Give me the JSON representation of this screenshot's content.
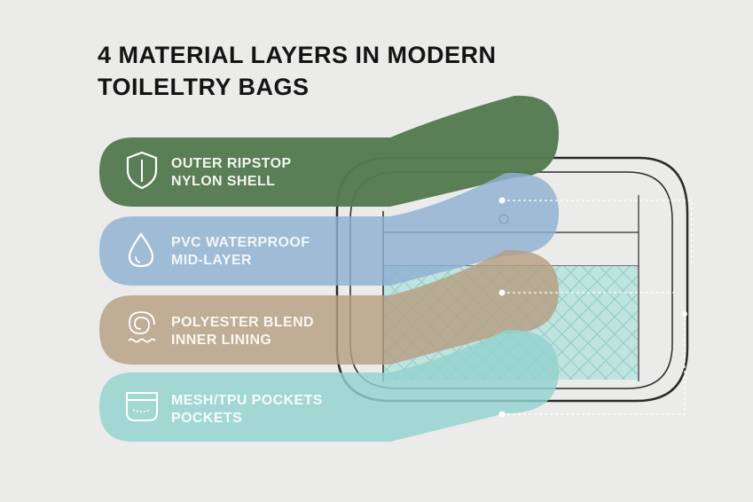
{
  "title": {
    "line1": "4 MATERIAL LAYERS IN MODERN",
    "line2": "TOILELTRY BAGS"
  },
  "layers": [
    {
      "line1": "OUTER RIPSTOP",
      "line2": "NYLON SHELL",
      "icon": "shield-icon",
      "color": "#557a50"
    },
    {
      "line1": "PVC WATERPROOF",
      "line2": "MID-LAYER",
      "icon": "water-drop-icon",
      "color": "#8fb0d1"
    },
    {
      "line1": "POLYESTER BLEND",
      "line2": "INNER LINING",
      "icon": "fabric-swirl-icon",
      "color": "#b49f84"
    },
    {
      "line1": "MESH/TPU POCKETS",
      "line2": "POCKETS",
      "icon": "pocket-icon",
      "color": "#93d2cf"
    }
  ]
}
